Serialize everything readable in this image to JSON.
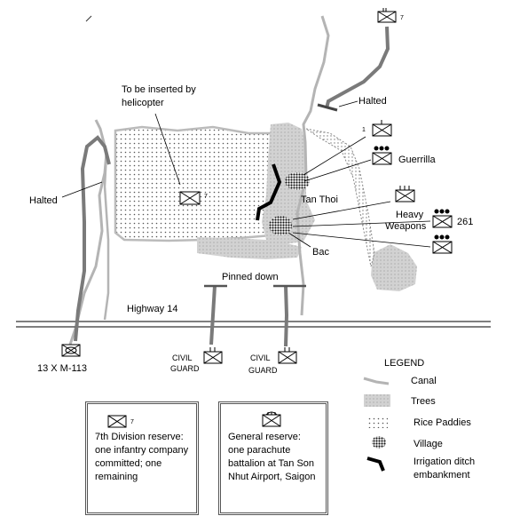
{
  "labels": {
    "halted_ne": "Halted",
    "halted_w": "Halted",
    "helicopter_line1": "To be inserted by",
    "helicopter_line2": "helicopter",
    "guerrilla": "Guerrilla",
    "tan_thoi": "Tan Thoi",
    "heavy_weapons_line1": "Heavy",
    "heavy_weapons_line2": "Weapons",
    "bn_261": "261",
    "bac": "Bac",
    "pinned_down": "Pinned down",
    "highway": "Highway 14",
    "m113": "13 X M-113",
    "civil_guard_1_line1": "CIVIL",
    "civil_guard_1_line2": "GUARD",
    "civil_guard_2_line1": "CIVIL",
    "civil_guard_2_line2": "GUARD",
    "unit_7": "7",
    "unit_1": "1"
  },
  "legend": {
    "title": "LEGEND",
    "items": [
      "Canal",
      "Trees",
      "Rice Paddies",
      "Village",
      "Irrigation ditch",
      "embankment"
    ]
  },
  "reserve_7th": {
    "unit": "7",
    "text": "7th Division reserve: one infantry company committed; one remaining"
  },
  "general_reserve": {
    "text": "General reserve: one parachute battalion at Tan Son Nhut Airport, Saigon"
  },
  "colors": {
    "canal": "#b4b4b4",
    "road": "#7a7a7a",
    "embankment": "#000000",
    "trees": "#d0d0d0"
  }
}
